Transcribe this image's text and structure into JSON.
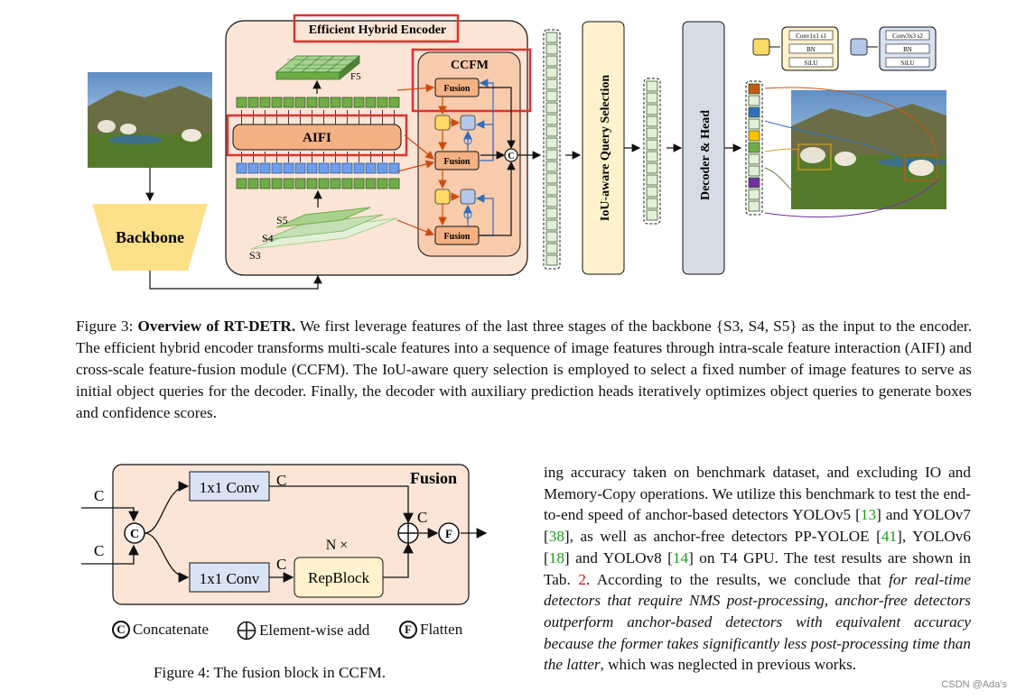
{
  "fig3": {
    "encoder_title": "Efficient Hybrid Encoder",
    "ccfm_title": "CCFM",
    "aifi": "AIFI",
    "fusion": "Fusion",
    "backbone": "Backbone",
    "iou_query": "IoU-aware Query Selection",
    "decoder_head": "Decoder & Head",
    "f5": "F5",
    "s5": "S5",
    "s4": "S4",
    "s3": "S3",
    "concat_symbol": "C",
    "block1": [
      "Conv1x1 s1",
      "BN",
      "SiLU"
    ],
    "block2": [
      "Conv3x3 s2",
      "BN",
      "SiLU"
    ],
    "caption_label": "Figure 3:",
    "caption_bold": "Overview of RT-DETR.",
    "caption_text": "We first leverage features of the last three stages of the backbone {S3, S4, S5} as the input to the encoder. The efficient hybrid encoder transforms multi-scale features into a sequence of image features through intra-scale feature interaction (AIFI) and cross-scale feature-fusion module (CCFM). The IoU-aware query selection is employed to select a fixed number of image features to serve as initial object queries for the decoder. Finally, the decoder with auxiliary prediction heads iteratively optimizes object queries to generate boxes and confidence scores."
  },
  "fig4": {
    "title": "Fusion",
    "conv_top": "1x1 Conv",
    "conv_bottom": "1x1 Conv",
    "repblock": "RepBlock",
    "n_times": "N ×",
    "c": "C",
    "concat_sym": "C",
    "flatten_sym": "F",
    "legend_concat": "Concatenate",
    "legend_add": "Element-wise add",
    "legend_flatten": "Flatten",
    "caption": "Figure 4: The fusion block in CCFM."
  },
  "para": {
    "t1": "ing accuracy taken on benchmark dataset, and excluding IO and Memory-Copy operations. We utilize this benchmark to test the end-to-end speed of anchor-based detectors YOLOv5 [",
    "c1": "13",
    "t2": "] and YOLOv7 [",
    "c2": "38",
    "t3": "], as well as anchor-free detectors PP-YOLOE [",
    "c3": "41",
    "t4": "], YOLOv6 [",
    "c4": "18",
    "t5": "] and YOLOv8 [",
    "c5": "14",
    "t6": "] on T4 GPU. The test results are shown in Tab. ",
    "c6": "2",
    "t7": ". According to the results, we conclude that ",
    "italic": "for real-time detectors that require NMS post-processing, anchor-free detectors outperform anchor-based detectors with equivalent accuracy because the former takes significantly less post-processing time than the latter",
    "t8": ", which was neglected in previous works."
  },
  "watermark": "CSDN @Ada's",
  "colors": {
    "encoder_bg": "#fbe5d6",
    "ccfm_bg": "#f8cbad",
    "green": "#70ad47",
    "blue": "#7da7d9",
    "query_bg": "#fff2cc",
    "decoder_bg": "#d9dde5",
    "red": "#e03030",
    "orange": "#c55a11"
  }
}
